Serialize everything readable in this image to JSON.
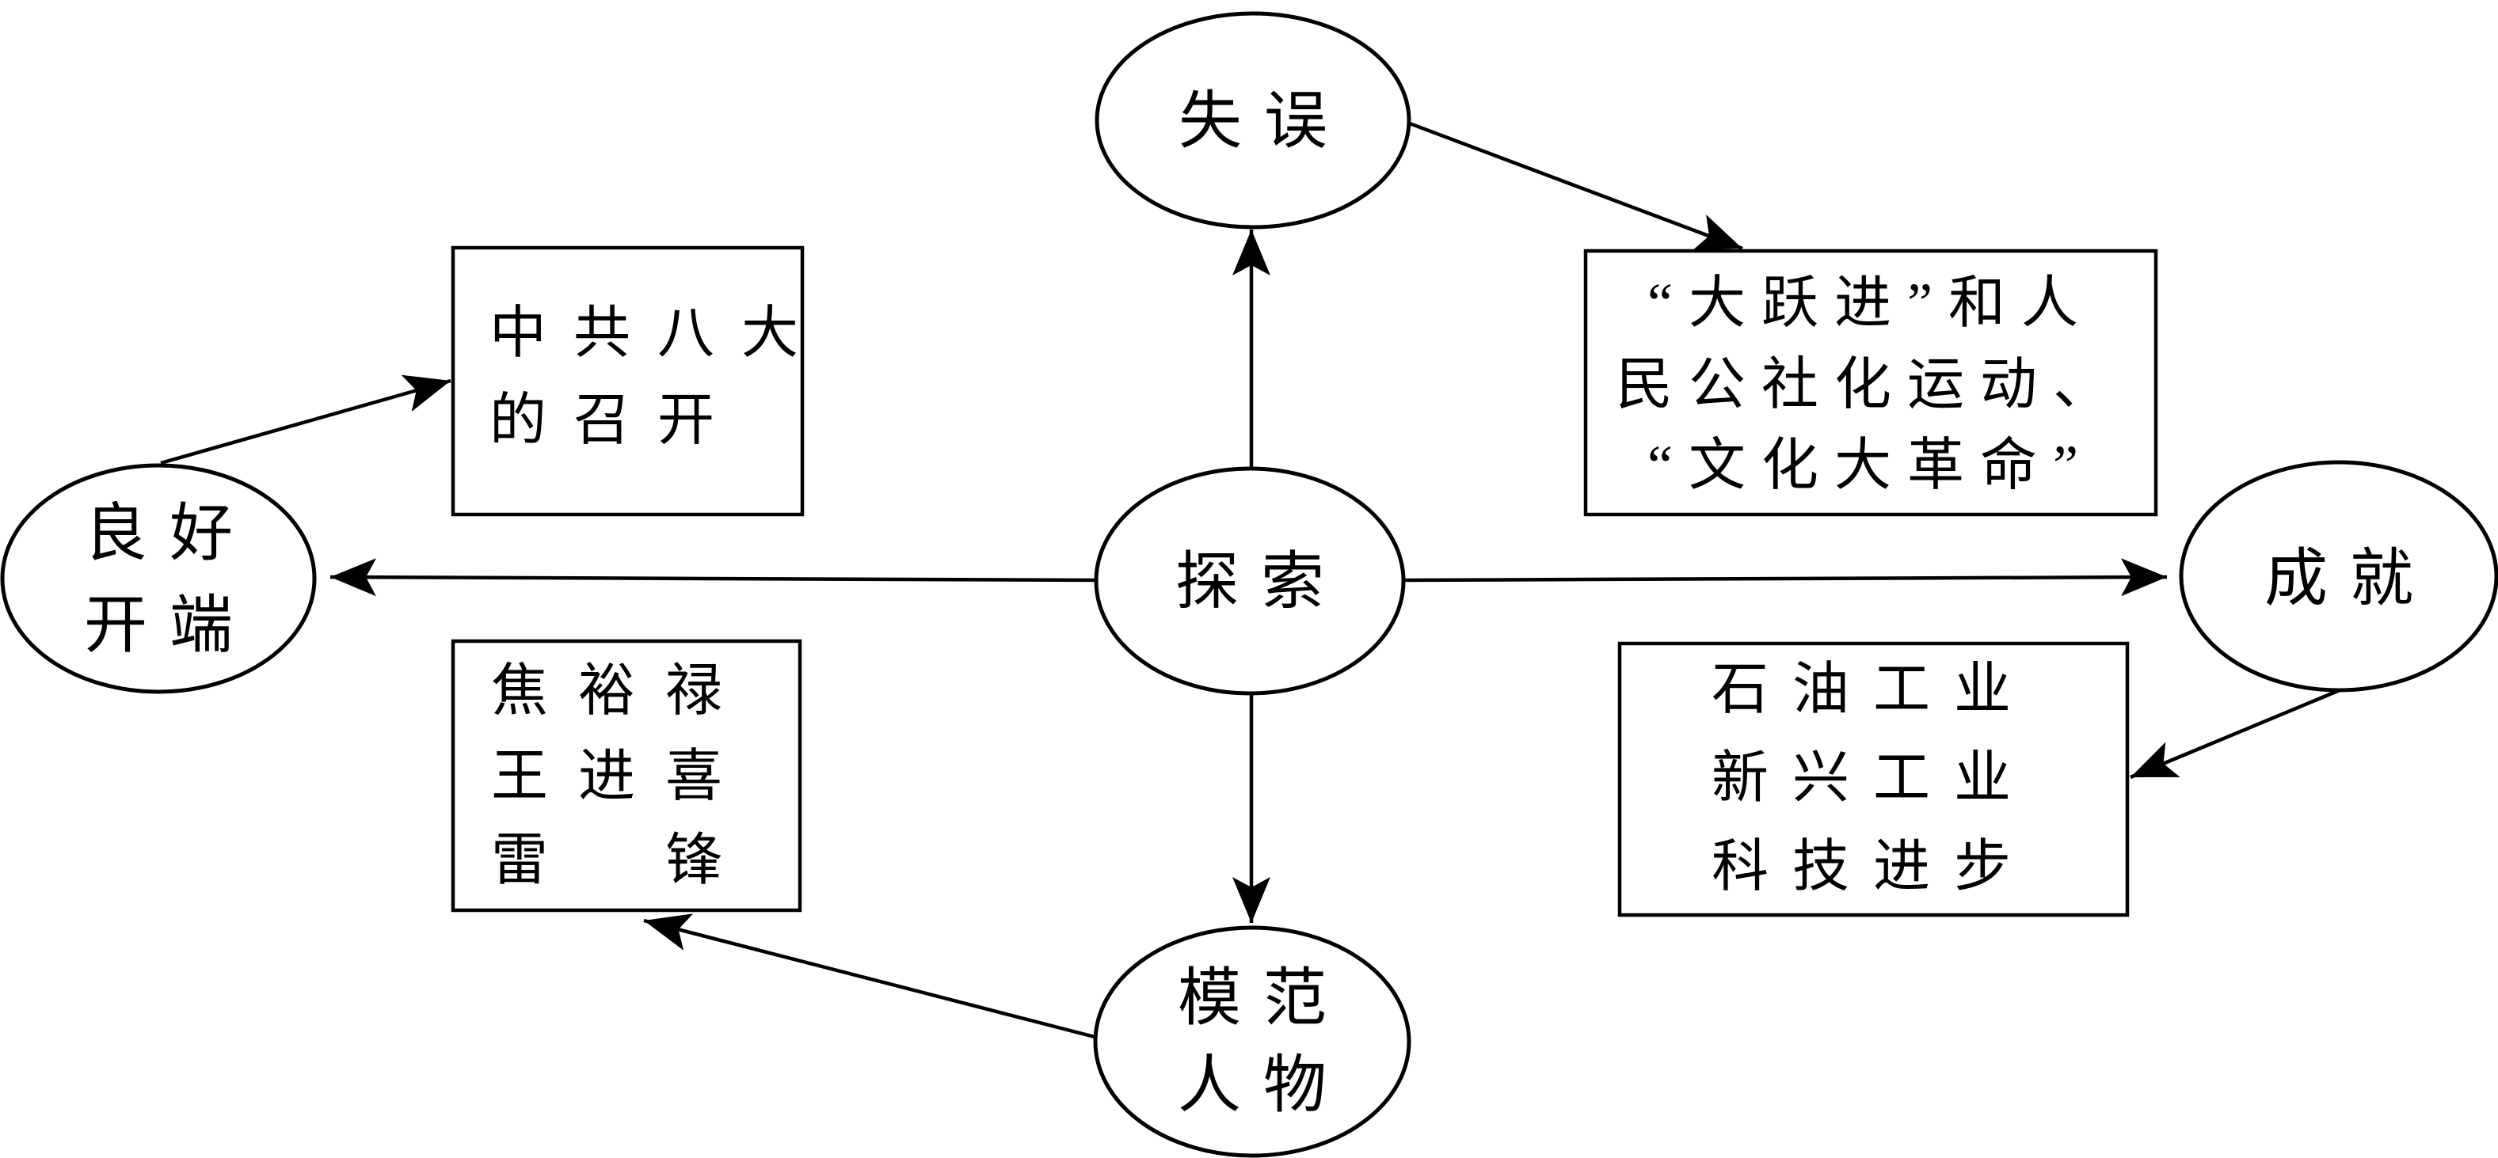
{
  "colors": {
    "background": "#ffffff",
    "stroke": "#000000",
    "text": "#000000"
  },
  "nodes": {
    "exploration": {
      "shape": "ellipse",
      "label": "探索"
    },
    "mistakes": {
      "shape": "ellipse",
      "label": "失误"
    },
    "good_beginning": {
      "shape": "ellipse",
      "line1": "良好",
      "line2": "开端"
    },
    "achievements": {
      "shape": "ellipse",
      "label": "成就"
    },
    "model_figures": {
      "shape": "ellipse",
      "line1": "模范",
      "line2": "人物"
    }
  },
  "boxes": {
    "eighth_congress": {
      "line1": "中共八大",
      "line2": "的召开"
    },
    "political_movements": {
      "line1": "“大跃进”和人",
      "line2": "民公社化运动、",
      "line3": "“文化大革命”"
    },
    "model_heroes": {
      "line1": "焦裕禄",
      "line2": "王进喜",
      "line3": "雷　锋"
    },
    "industry_achievements": {
      "line1": "石油工业",
      "line2": "新兴工业",
      "line3": "科技进步"
    }
  },
  "edges": [
    {
      "from": "exploration",
      "to": "mistakes"
    },
    {
      "from": "exploration",
      "to": "good_beginning"
    },
    {
      "from": "exploration",
      "to": "achievements"
    },
    {
      "from": "exploration",
      "to": "model_figures"
    },
    {
      "from": "good_beginning",
      "to": "eighth_congress"
    },
    {
      "from": "mistakes",
      "to": "political_movements"
    },
    {
      "from": "achievements",
      "to": "industry_achievements"
    },
    {
      "from": "model_figures",
      "to": "model_heroes"
    }
  ]
}
